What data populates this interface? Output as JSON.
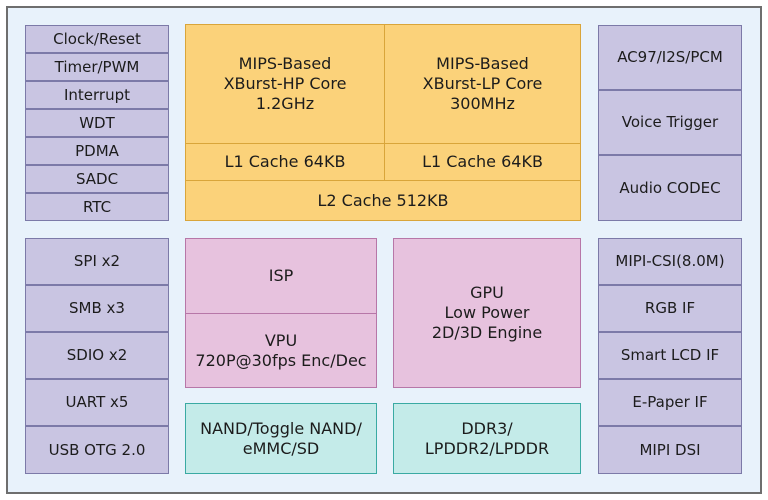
{
  "left_top": [
    "Clock/Reset",
    "Timer/PWM",
    "Interrupt",
    "WDT",
    "PDMA",
    "SADC",
    "RTC"
  ],
  "left_bottom": [
    "SPI x2",
    "SMB x3",
    "SDIO x2",
    "UART x5",
    "USB OTG 2.0"
  ],
  "cpu": {
    "hp_core": "MIPS-Based\nXBurst-HP Core\n1.2GHz",
    "lp_core": "MIPS-Based\nXBurst-LP Core\n300MHz",
    "l1_hp": "L1 Cache 64KB",
    "l1_lp": "L1 Cache 64KB",
    "l2": "L2 Cache 512KB"
  },
  "multimedia": {
    "isp": "ISP",
    "vpu": "VPU\n720P@30fps  Enc/Dec",
    "gpu": "GPU\nLow Power\n2D/3D Engine"
  },
  "memory": {
    "storage": "NAND/Toggle NAND/\neMMC/SD",
    "dram": "DDR3/\nLPDDR2/LPDDR"
  },
  "right_top": [
    "AC97/I2S/PCM",
    "Voice Trigger",
    "Audio CODEC"
  ],
  "right_bottom": [
    "MIPI-CSI(8.0M)",
    "RGB IF",
    "Smart LCD IF",
    "E-Paper IF",
    "MIPI DSI"
  ],
  "colors": {
    "peripheral": "#c9c5e2",
    "cpu": "#fbd27a",
    "multimedia": "#e7c2de",
    "memory": "#c4ebe9",
    "background": "#e8f2fb"
  }
}
